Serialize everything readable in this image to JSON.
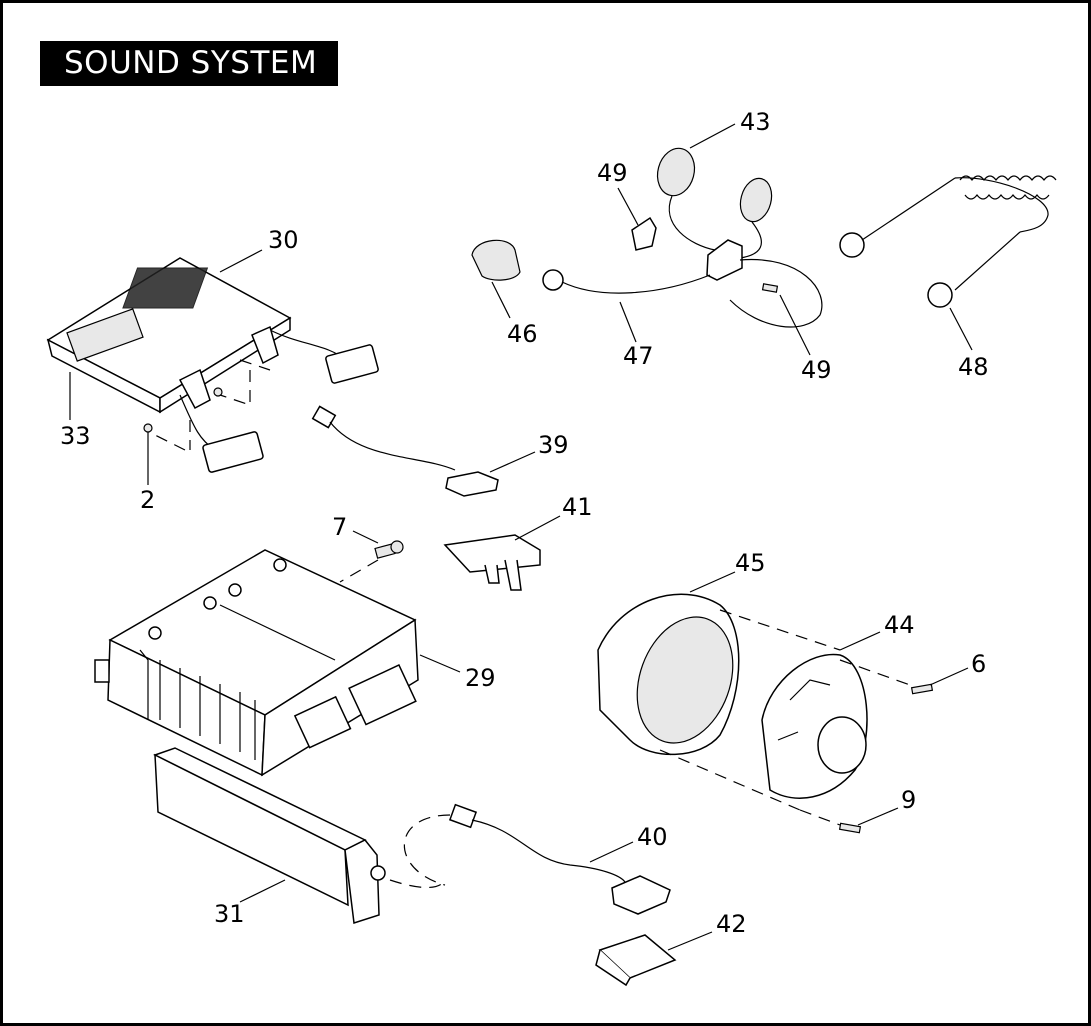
{
  "title": "SOUND SYSTEM",
  "callouts": {
    "c2": "2",
    "c6": "6",
    "c7": "7",
    "c9": "9",
    "c29": "29",
    "c30": "30",
    "c31": "31",
    "c33": "33",
    "c39": "39",
    "c40": "40",
    "c41": "41",
    "c42": "42",
    "c43": "43",
    "c44": "44",
    "c45": "45",
    "c46": "46",
    "c47": "47",
    "c48": "48",
    "c49a": "49",
    "c49b": "49"
  }
}
